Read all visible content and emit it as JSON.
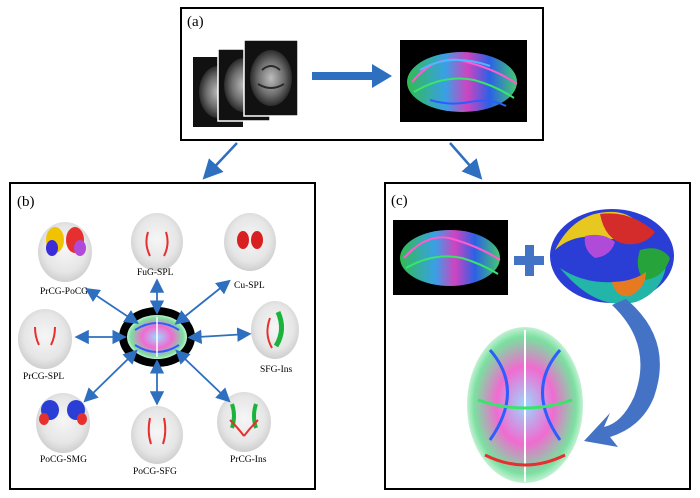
{
  "panels": {
    "a": {
      "label": "(a)"
    },
    "b": {
      "label": "(b)"
    },
    "c": {
      "label": "(c)"
    }
  },
  "regions": [
    {
      "id": "prcg-pocg",
      "label": "PrCG-PoCG"
    },
    {
      "id": "fug-spl",
      "label": "FuG-SPL"
    },
    {
      "id": "cu-spl",
      "label": "Cu-SPL"
    },
    {
      "id": "prcg-spl",
      "label": "PrCG-SPL"
    },
    {
      "id": "sfg-ins",
      "label": "SFG-Ins"
    },
    {
      "id": "pocg-smg",
      "label": "PoCG-SMG"
    },
    {
      "id": "pocg-sfg",
      "label": "PoCG-SFG"
    },
    {
      "id": "prcg-ins",
      "label": "PrCG-Ins"
    }
  ],
  "colors": {
    "arrow_blue": "#2e6fbf",
    "big_arrow_blue": "#4472c4",
    "panel_border": "#000000",
    "background": "#ffffff",
    "scan_background": "#000000"
  },
  "icons": [
    "mri-slice-stack",
    "tractography-image",
    "brain-parcellation-image",
    "whole-brain-network-image"
  ]
}
